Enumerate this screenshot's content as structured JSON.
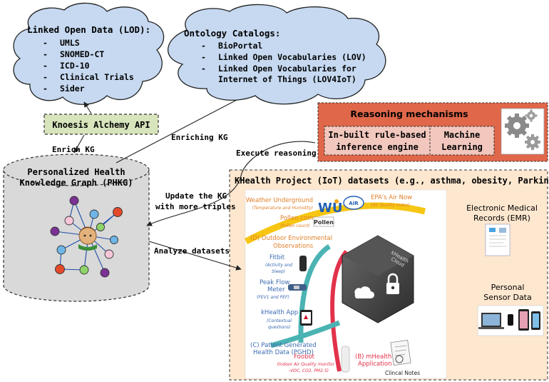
{
  "lod": {
    "title": "Linked Open Data (LOD):",
    "items": [
      "UMLS",
      "SNOMED-CT",
      "ICD-10",
      "Clinical Trials",
      "Sider"
    ]
  },
  "ontology": {
    "title": "Ontology Catalogs:",
    "items": [
      "BioPortal",
      "Linked Open Vocabularies (LOV)",
      "Linked Open Vocabularies for",
      "Internet of Things (LOV4IoT)"
    ]
  },
  "alchemy": {
    "label": "Knoesis Alchemy API"
  },
  "reasoning": {
    "title": "Reasoning mechanisms",
    "rule_line1": "In-built rule-based",
    "rule_line2": "inference engine",
    "ml_line1": "Machine",
    "ml_line2": "Learning",
    "icon": "gears-icon"
  },
  "phkg": {
    "line1": "Personalized Health",
    "line2": "Knowledge Graph (PHKG)"
  },
  "edges": {
    "enrich_kg": "Enrich KG",
    "enriching_kg": "Enriching KG",
    "execute_reasoning": "Execute reasoning",
    "update_line1": "Update the KG",
    "update_line2": "with more triples",
    "analyze": "Analyze datasets"
  },
  "khealth": {
    "title": "KHealth Project (IoT) datasets (e.g., asthma, obesity, Parkinson)",
    "emr_line1": "Electronic Medical",
    "emr_line2": "Records (EMR)",
    "psd_line1": "Personal",
    "psd_line2": "Sensor Data"
  },
  "infographic": {
    "weather_title": "Weather Underground",
    "weather_sub": "(Temperature and Humidity)",
    "wu_logo": "WU",
    "epa_title": "EPA's Air Now",
    "epa_sub": "(Air Quality Index)",
    "airnow_logo": "AIR",
    "pollen_title": "Pollen.com",
    "pollen_sub": "(Pollen count)",
    "pollen_logo": "Pollen",
    "outdoor_line1": "(D) Outdoor Environmental",
    "outdoor_line2": "Observations",
    "fitbit_title": "Fitbit",
    "fitbit_sub1": "(Activity and",
    "fitbit_sub2": "Sleep)",
    "peak_title1": "Peak Flow",
    "peak_title2": "Meter",
    "peak_sub": "(FEV1 and PEF)",
    "kapp_title": "kHealth App",
    "kapp_sub1": "(Contextual",
    "kapp_sub2": "questions)",
    "pghd_line1": "(C) Patient Generated",
    "pghd_line2": "Health Data (PGHD)",
    "foobot_title": "Foobot",
    "foobot_sub1": "(Indoor Air Quality monitor",
    "foobot_sub2": "-VOC, CO2, PM2.5)",
    "mhealth_line1": "(B) mHealth",
    "mhealth_line2": "Application",
    "notes": "Clincal Notes",
    "cloud_line1": "kHealth",
    "cloud_line2": "Cloud"
  },
  "colors": {
    "cloud_fill": "#c6d9f1",
    "alchemy_fill": "#d7e4bc",
    "reasoning_fill": "#e0674a",
    "reasoning_inner": "#f2c7bd",
    "khealth_fill": "#fde7cf",
    "kg_fill": "#d9d9d9",
    "yellow_arc": "#f6c613",
    "teal_arc": "#4bb3b3",
    "red_arc": "#e2324b",
    "orange_text": "#e0802a",
    "blue_text": "#3a6ab1"
  }
}
